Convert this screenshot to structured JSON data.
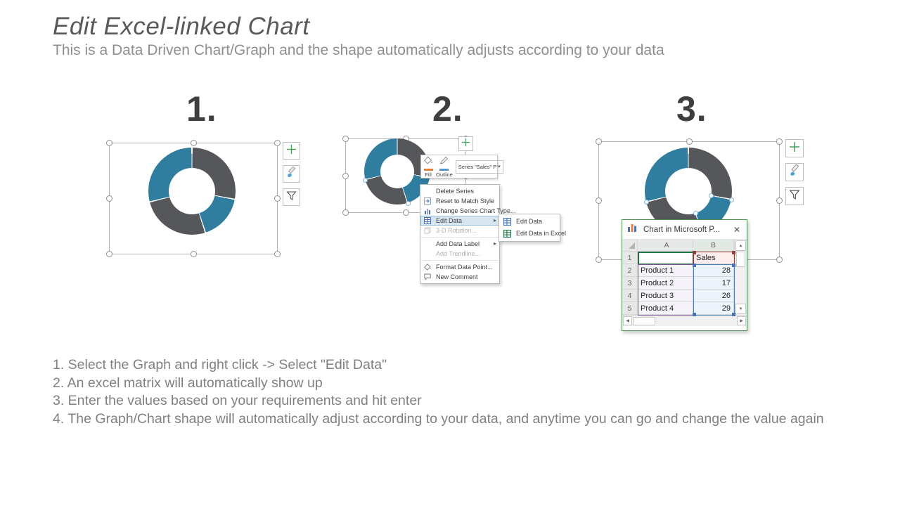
{
  "header": {
    "title": "Edit Excel-linked Chart",
    "subtitle": "This is a Data Driven Chart/Graph and the shape automatically adjusts according to your data"
  },
  "steps": {
    "one": "1.",
    "two": "2.",
    "three": "3."
  },
  "chart_data": {
    "type": "donut",
    "series_name": "Sales",
    "categories": [
      "Product 1",
      "Product 2",
      "Product 3",
      "Product 4"
    ],
    "values": [
      28,
      17,
      26,
      29
    ],
    "segment_colors": [
      "#55575b",
      "#2f7e9f",
      "#55575b",
      "#2f7e9f"
    ],
    "start_angle_deg": 0,
    "hole_ratio": 0.53,
    "legend": "none"
  },
  "mini_toolbar": {
    "fill_label": "Fill",
    "outline_label": "Outline",
    "series_selector": "Series \"Sales\" P"
  },
  "context_menu": {
    "items": [
      {
        "label": "Delete Series"
      },
      {
        "label": "Reset to Match Style"
      },
      {
        "label": "Change Series Chart Type..."
      },
      {
        "label": "Edit Data"
      },
      {
        "label": "3-D Rotation..."
      },
      {
        "label": "Add Data Label"
      },
      {
        "label": "Add Trendline..."
      },
      {
        "label": "Format Data Point..."
      },
      {
        "label": "New Comment"
      }
    ],
    "submenu": [
      {
        "label": "Edit Data"
      },
      {
        "label": "Edit Data in Excel"
      }
    ]
  },
  "excel_window": {
    "title": "Chart in Microsoft P...",
    "columns": {
      "a": "A",
      "b": "B"
    },
    "rows": [
      {
        "num": "1",
        "a": "",
        "b": "Sales"
      },
      {
        "num": "2",
        "a": "Product 1",
        "b": "28"
      },
      {
        "num": "3",
        "a": "Product 2",
        "b": "17"
      },
      {
        "num": "4",
        "a": "Product 3",
        "b": "26"
      },
      {
        "num": "5",
        "a": "Product 4",
        "b": "29"
      }
    ]
  },
  "instructions": [
    "1. Select the Graph and right click -> Select \"Edit Data\"",
    "2. An excel matrix will automatically show up",
    "3. Enter the values based on your requirements and hit enter",
    "4. The Graph/Chart shape will automatically adjust according to your data, and anytime you can go and change the value again"
  ],
  "icons": {
    "close": "✕",
    "caret_down": "▾",
    "submenu_arrow": "▸",
    "scroll_up": "▲",
    "scroll_down": "▼",
    "scroll_left": "◀",
    "scroll_right": "▶"
  },
  "colors": {
    "donut_blue": "#2f7e9f",
    "donut_gray": "#55575b",
    "excel_green": "#4e9553",
    "plus_green": "#44a05b",
    "fill_accent": "#ed7d31",
    "outline_accent": "#4d9ad0"
  }
}
